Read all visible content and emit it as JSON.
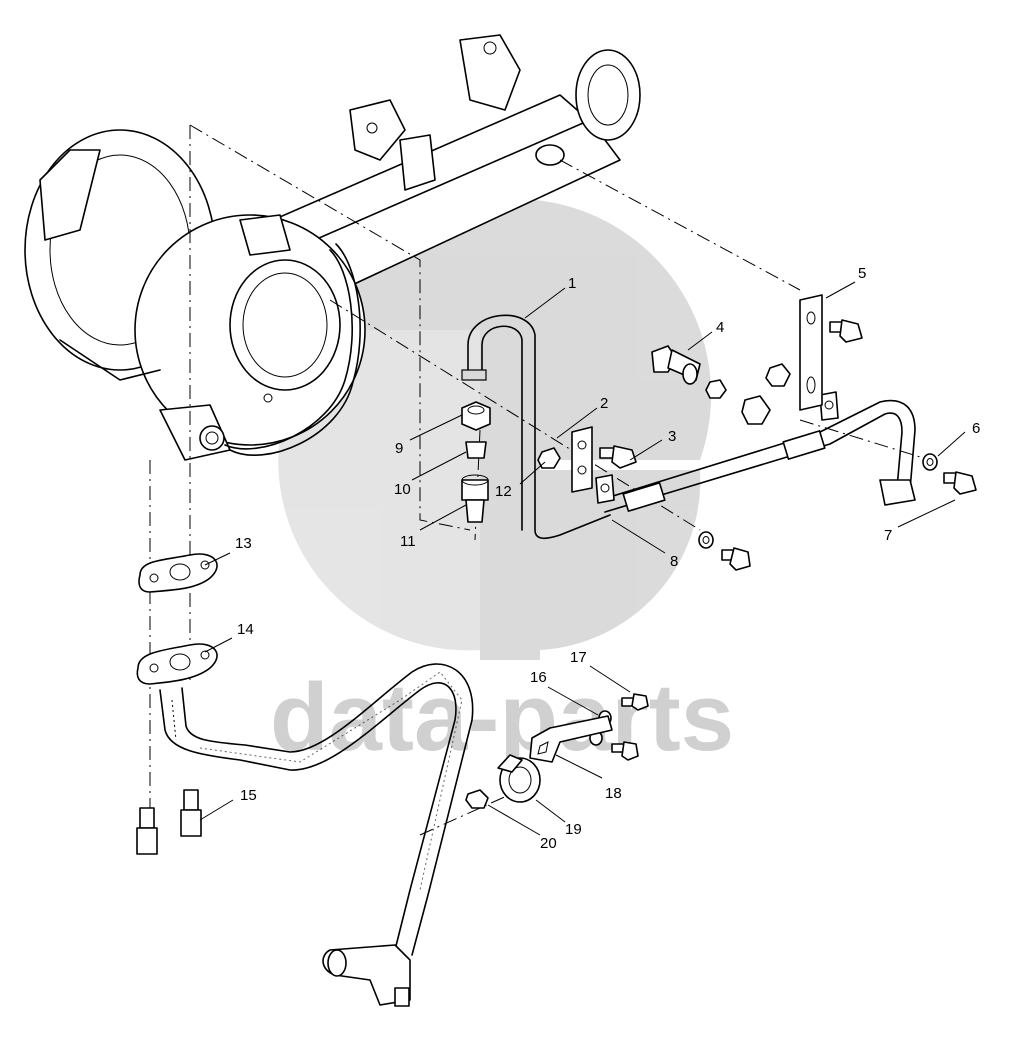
{
  "watermark": {
    "text": "data-parts",
    "color": "#bdbdbd"
  },
  "callouts": [
    {
      "id": "1",
      "label": "1"
    },
    {
      "id": "2",
      "label": "2"
    },
    {
      "id": "3",
      "label": "3"
    },
    {
      "id": "4",
      "label": "4"
    },
    {
      "id": "5",
      "label": "5"
    },
    {
      "id": "6",
      "label": "6"
    },
    {
      "id": "7",
      "label": "7"
    },
    {
      "id": "8",
      "label": "8"
    },
    {
      "id": "9",
      "label": "9"
    },
    {
      "id": "10",
      "label": "10"
    },
    {
      "id": "11",
      "label": "11"
    },
    {
      "id": "12",
      "label": "12"
    },
    {
      "id": "13",
      "label": "13"
    },
    {
      "id": "14",
      "label": "14"
    },
    {
      "id": "15",
      "label": "15"
    },
    {
      "id": "16",
      "label": "16"
    },
    {
      "id": "17",
      "label": "17"
    },
    {
      "id": "18",
      "label": "18"
    },
    {
      "id": "19",
      "label": "19"
    },
    {
      "id": "20",
      "label": "20"
    }
  ]
}
